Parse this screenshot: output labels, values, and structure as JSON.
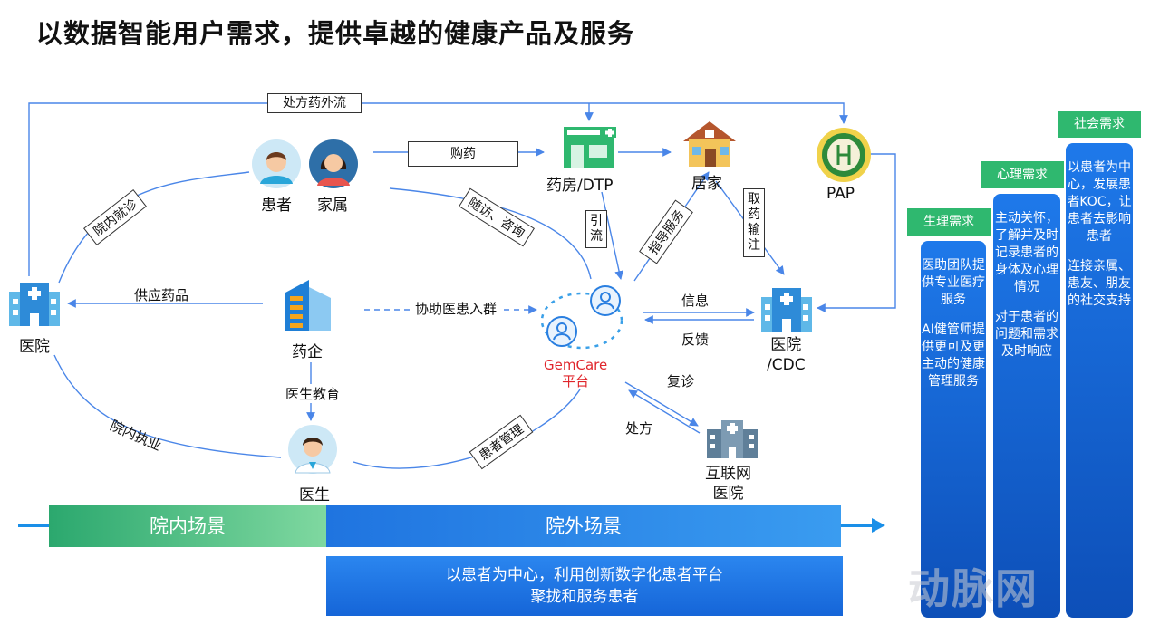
{
  "title": "以数据智能用户需求，提供卓越的健康产品及服务",
  "nodes": {
    "patient": "患者",
    "family": "家属",
    "pharmacy": "药房/DTP",
    "home": "居家",
    "pap": "PAP",
    "hospital_left": "医院",
    "pharma": "药企",
    "gemcare_line1": "GemCare",
    "gemcare_line2": "平台",
    "hospital_cdc_line1": "医院",
    "hospital_cdc_line2": "/CDC",
    "doctor": "医生",
    "internet_hospital_line1": "互联网",
    "internet_hospital_line2": "医院"
  },
  "edges": {
    "prescription_outflow": "处方药外流",
    "buy_drug": "购药",
    "in_hospital_visit": "院内就诊",
    "followup_consult": "随访、咨询",
    "drainage": "引流",
    "guide_service": "指导服务",
    "pickup_infusion": "取药输注",
    "supply_drugs": "供应药品",
    "assist_group": "协助医患入群",
    "info": "信息",
    "feedback": "反馈",
    "revisit": "复诊",
    "prescription": "处方",
    "doctor_education": "医生教育",
    "in_hospital_practice": "院内执业",
    "patient_management": "患者管理"
  },
  "scenes": {
    "inside": "院内场景",
    "outside": "院外场景"
  },
  "banner": {
    "line1": "以患者为中心，利用创新数字化患者平台",
    "line2": "聚拢和服务患者"
  },
  "needs": [
    {
      "header": "生理需求",
      "paragraphs": [
        "医助团队提供专业医疗服务",
        "AI健管师提供更可及更主动的健康管理服务"
      ]
    },
    {
      "header": "心理需求",
      "paragraphs": [
        "主动关怀，了解并及时记录患者的身体及心理情况",
        "对于患者的问题和需求及时响应"
      ]
    },
    {
      "header": "社会需求",
      "paragraphs": [
        "以患者为中心，发展患者KOC，让患者去影响患者",
        "连接亲属、患友、朋友的社交支持"
      ]
    }
  ],
  "watermark": "动脉网",
  "colors": {
    "accent_blue": "#1a6fe0",
    "green": "#2fb86f",
    "gemcare_red": "#e0262c",
    "arrow_blue": "#4a86e8"
  }
}
